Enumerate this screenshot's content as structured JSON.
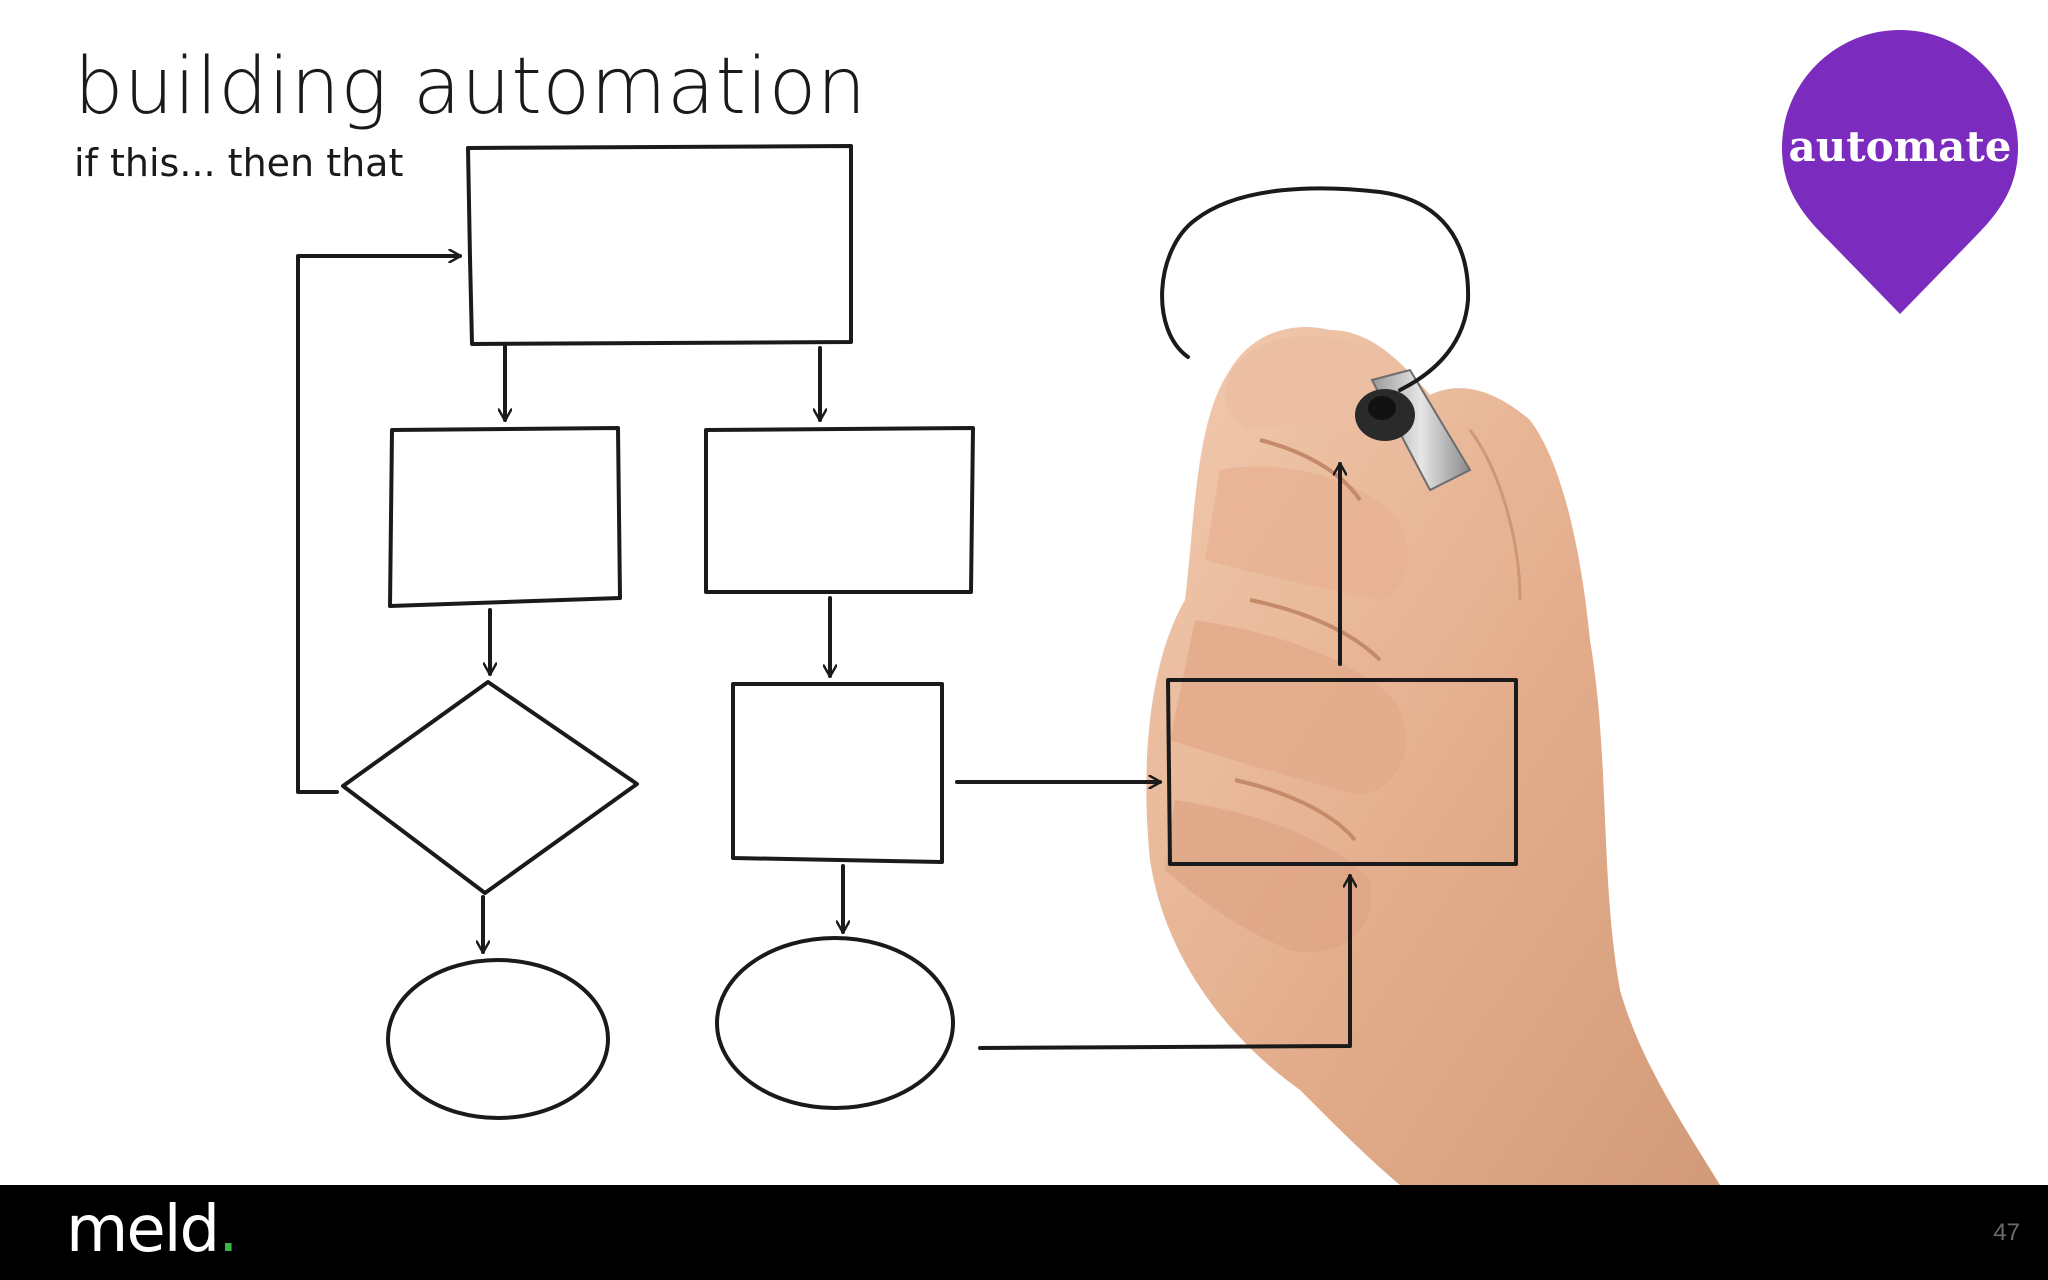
{
  "slide": {
    "title": "building automation",
    "subtitle": "if this... then that",
    "page_number": "47"
  },
  "badge": {
    "label": "automate",
    "color": "#7b2cbf"
  },
  "footer": {
    "logo_text": "meld",
    "logo_dot": ".",
    "logo_dot_color": "#3ab54a",
    "background": "#000000"
  },
  "diagram": {
    "stroke_color": "#1a1a1a",
    "illustration": "hand-drawing-flowchart-with-marker"
  }
}
